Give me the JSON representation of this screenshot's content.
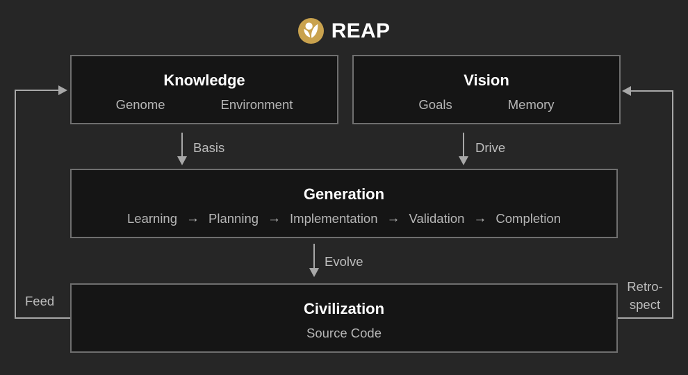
{
  "header": {
    "title": "REAP",
    "logo_icon": "reap-sprout-logo",
    "logo_color": "#C9A24E"
  },
  "boxes": {
    "knowledge": {
      "title": "Knowledge",
      "items": [
        "Genome",
        "Environment"
      ]
    },
    "vision": {
      "title": "Vision",
      "items": [
        "Goals",
        "Memory"
      ]
    },
    "generation": {
      "title": "Generation",
      "steps": [
        "Learning",
        "Planning",
        "Implementation",
        "Validation",
        "Completion"
      ],
      "separator": "→"
    },
    "civilization": {
      "title": "Civilization",
      "subtitle": "Source Code"
    }
  },
  "arrows": {
    "basis": "Basis",
    "drive": "Drive",
    "evolve": "Evolve",
    "feed": "Feed",
    "retrospect_line1": "Retro-",
    "retrospect_line2": "spect"
  },
  "colors": {
    "background": "#262626",
    "box_fill": "#151515",
    "box_border": "#6f6f6f",
    "connector_line": "#a8a8a8",
    "title_text": "#ffffff",
    "muted_text": "#b6b6b6",
    "logo_gold": "#C9A24E"
  }
}
